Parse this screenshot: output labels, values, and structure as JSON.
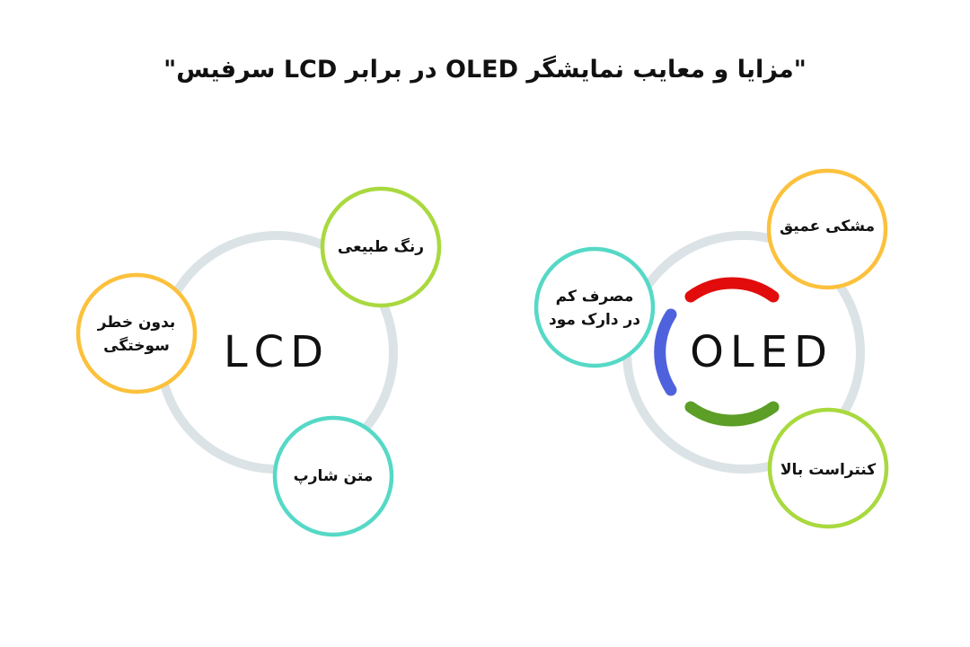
{
  "title": "\"مزایا و معایب نمایشگر OLED در برابر LCD سرفیس\"",
  "lcd": {
    "center_label": "LCD",
    "ring_color": "#dbe3e6",
    "features": [
      {
        "label": "رنگ طبیعی",
        "color": "#a9d93f"
      },
      {
        "label": "بدون خطر\nسوختگی",
        "line1": "بدون خطر",
        "line2": "سوختگی",
        "color": "#fcc13c"
      },
      {
        "label": "متن شارپ",
        "color": "#55d9c6"
      }
    ]
  },
  "oled": {
    "center_label": "OLED",
    "ring_color": "#dbe3e6",
    "arc_colors": {
      "top": "#e20c0c",
      "left": "#4f62de",
      "bottom": "#5c9e26"
    },
    "features": [
      {
        "label": "مشکی عمیق",
        "color": "#fcc13c"
      },
      {
        "label": "مصرف کم\nدر دارک مود",
        "line1": "مصرف کم",
        "line2": "در دارک مود",
        "color": "#55d9c6"
      },
      {
        "label": "کنتراست بالا",
        "color": "#a9d93f"
      }
    ]
  }
}
